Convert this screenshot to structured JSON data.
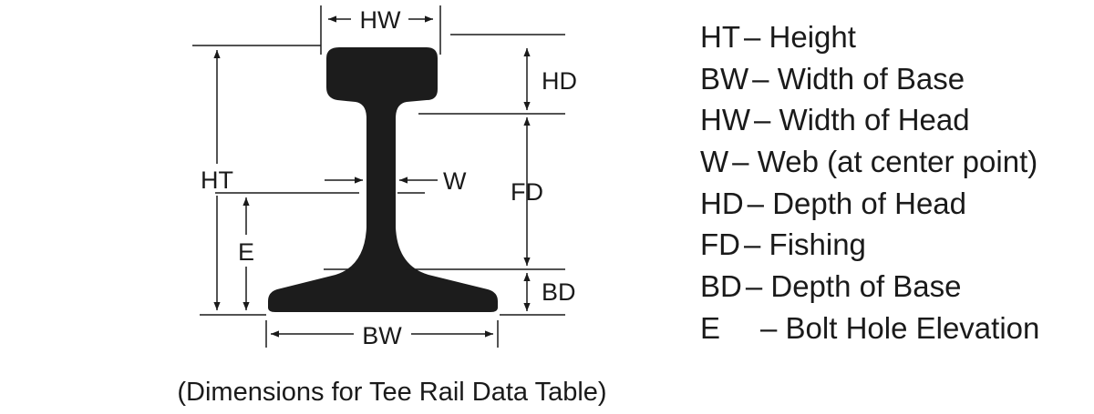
{
  "diagram": {
    "labels": {
      "hw": "HW",
      "hd": "HD",
      "ht": "HT",
      "w": "W",
      "fd": "FD",
      "e": "E",
      "bd": "BD",
      "bw": "BW"
    },
    "caption": "(Dimensions for Tee Rail Data Table)"
  },
  "legend": {
    "items": [
      {
        "code": "HT",
        "sep": "–",
        "desc": " Height"
      },
      {
        "code": "BW",
        "sep": "–",
        "desc": "Width of Base"
      },
      {
        "code": "HW",
        "sep": "–",
        "desc": "Width of Head"
      },
      {
        "code": "W",
        "sep": "–",
        "desc": "Web (at center point)"
      },
      {
        "code": "HD",
        "sep": "–",
        "desc": "Depth of Head"
      },
      {
        "code": "FD",
        "sep": "–",
        "desc": " Fishing"
      },
      {
        "code": "BD",
        "sep": "–",
        "desc": "Depth of Base"
      },
      {
        "code": "E",
        "sep": "–",
        "desc": "Bolt Hole Elevation"
      }
    ]
  }
}
